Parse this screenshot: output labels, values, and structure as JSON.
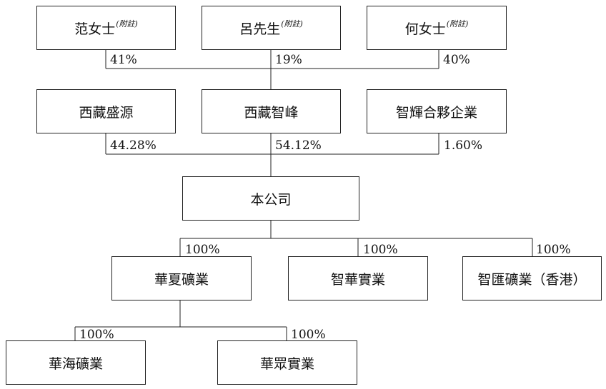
{
  "shareholders": [
    {
      "name": "范女士",
      "note": "(附註)",
      "pct": "41%"
    },
    {
      "name": "呂先生",
      "note": "(附註)",
      "pct": "19%"
    },
    {
      "name": "何女士",
      "note": "(附註)",
      "pct": "40%"
    }
  ],
  "holdcos": [
    {
      "name": "西藏盛源",
      "pct": "44.28%"
    },
    {
      "name": "西藏智峰",
      "pct": "54.12%"
    },
    {
      "name": "智輝合夥企業",
      "pct": "1.60%"
    }
  ],
  "company": {
    "name": "本公司"
  },
  "subsidiaries": [
    {
      "name": "華夏礦業",
      "pct": "100%"
    },
    {
      "name": "智華實業",
      "pct": "100%"
    },
    {
      "name": "智匯礦業（香港）",
      "pct": "100%"
    }
  ],
  "sub_subsidiaries": [
    {
      "name": "華海礦業",
      "pct": "100%"
    },
    {
      "name": "華眾實業",
      "pct": "100%"
    }
  ]
}
